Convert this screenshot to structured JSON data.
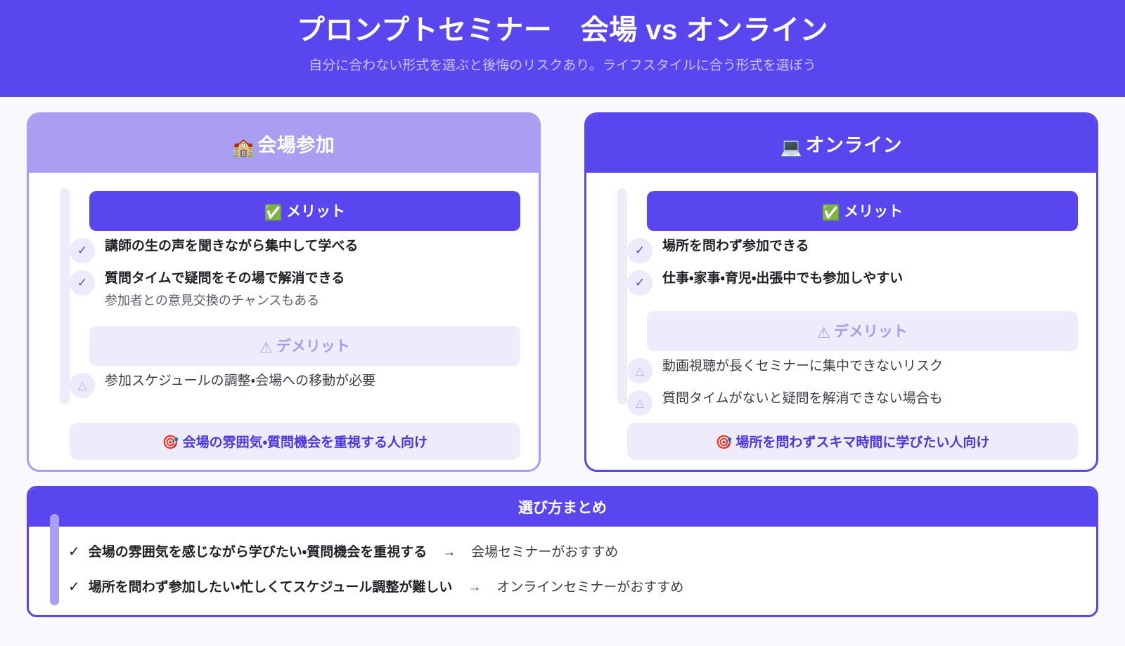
{
  "banner": {
    "title": "プロンプトセミナー　会場 vs オンライン",
    "subtitle": "自分に合わない形式を選ぶと後悔のリスクあり。ライフスタイルに合う形式を選ぼう"
  },
  "theme": {
    "page_bg": "#f8f8fd",
    "brand": "#5a46ee",
    "brand_light": "#a99ef2",
    "soft_bg": "#eeecfa",
    "sub_text": "#c9c1f7"
  },
  "cards": [
    {
      "id": "venue",
      "head_emoji": "🏫",
      "head_label": "会場参加",
      "merit": {
        "emoji": "✅",
        "label": "メリット",
        "items": [
          {
            "icon": "check",
            "main": "講師の生の声を聞きながら集中して学べる",
            "note": ""
          },
          {
            "icon": "check",
            "main": "質問タイムで疑問をその場で解消できる",
            "note": "参加者との意見交換のチャンスもある"
          }
        ]
      },
      "demerit": {
        "emoji": "⚠",
        "label": "デメリット",
        "items": [
          {
            "icon": "warn",
            "main": "参加スケジュールの調整・会場への移動が必要",
            "note": ""
          }
        ]
      },
      "footer": {
        "emoji": "🎯",
        "label": "会場の雰囲気・質問機会を重視する人向け"
      }
    },
    {
      "id": "online",
      "head_emoji": "💻",
      "head_label": "オンライン",
      "merit": {
        "emoji": "✅",
        "label": "メリット",
        "items": [
          {
            "icon": "check",
            "main": "場所を問わず参加できる",
            "note": ""
          },
          {
            "icon": "check",
            "main": "仕事・家事・育児・出張中でも参加しやすい",
            "note": ""
          }
        ]
      },
      "demerit": {
        "emoji": "⚠",
        "label": "デメリット",
        "items": [
          {
            "icon": "warn",
            "main": "動画視聴が長くセミナーに集中できないリスク",
            "note": ""
          },
          {
            "icon": "warn",
            "main": "質問タイムがないと疑問を解消できない場合も",
            "note": ""
          }
        ]
      },
      "footer": {
        "emoji": "🎯",
        "label": "場所を問わずスキマ時間に学びたい人向け"
      }
    }
  ],
  "summary": {
    "title": "選び方まとめ",
    "rows": [
      {
        "check": "✓",
        "condition": "会場の雰囲気を感じながら学びたい・質問機会を重視する",
        "arrow": "→",
        "result": "会場セミナーがおすすめ"
      },
      {
        "check": "✓",
        "condition": "場所を問わず参加したい・忙しくてスケジュール調整が難しい",
        "arrow": "→",
        "result": "オンラインセミナーがおすすめ"
      }
    ]
  }
}
